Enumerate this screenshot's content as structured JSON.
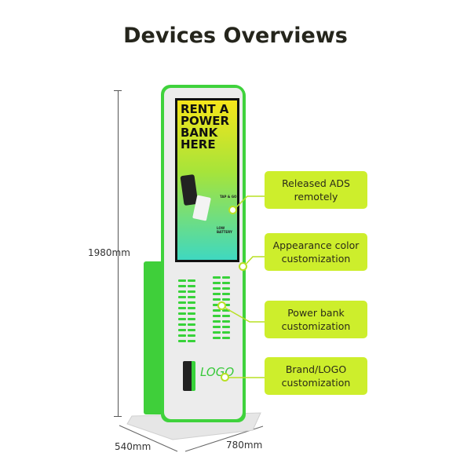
{
  "title": "Devices Overviews",
  "dimensions": {
    "height": "1980mm",
    "depth": "540mm",
    "width": "780mm"
  },
  "screen": {
    "headline": "RENT A\nPOWER\nBANK\nHERE",
    "tap": "TAP & GO",
    "battery": "LOW BATTERY"
  },
  "logo_text": "LOGO",
  "callouts": [
    {
      "label": "Released ADS\nremotely"
    },
    {
      "label": "Appearance color\ncustomization"
    },
    {
      "label": "Power bank\ncustomization"
    },
    {
      "label": "Brand/LOGO\ncustomization"
    }
  ],
  "colors": {
    "green": "#3fd23c",
    "callout": "#cdee2c"
  }
}
